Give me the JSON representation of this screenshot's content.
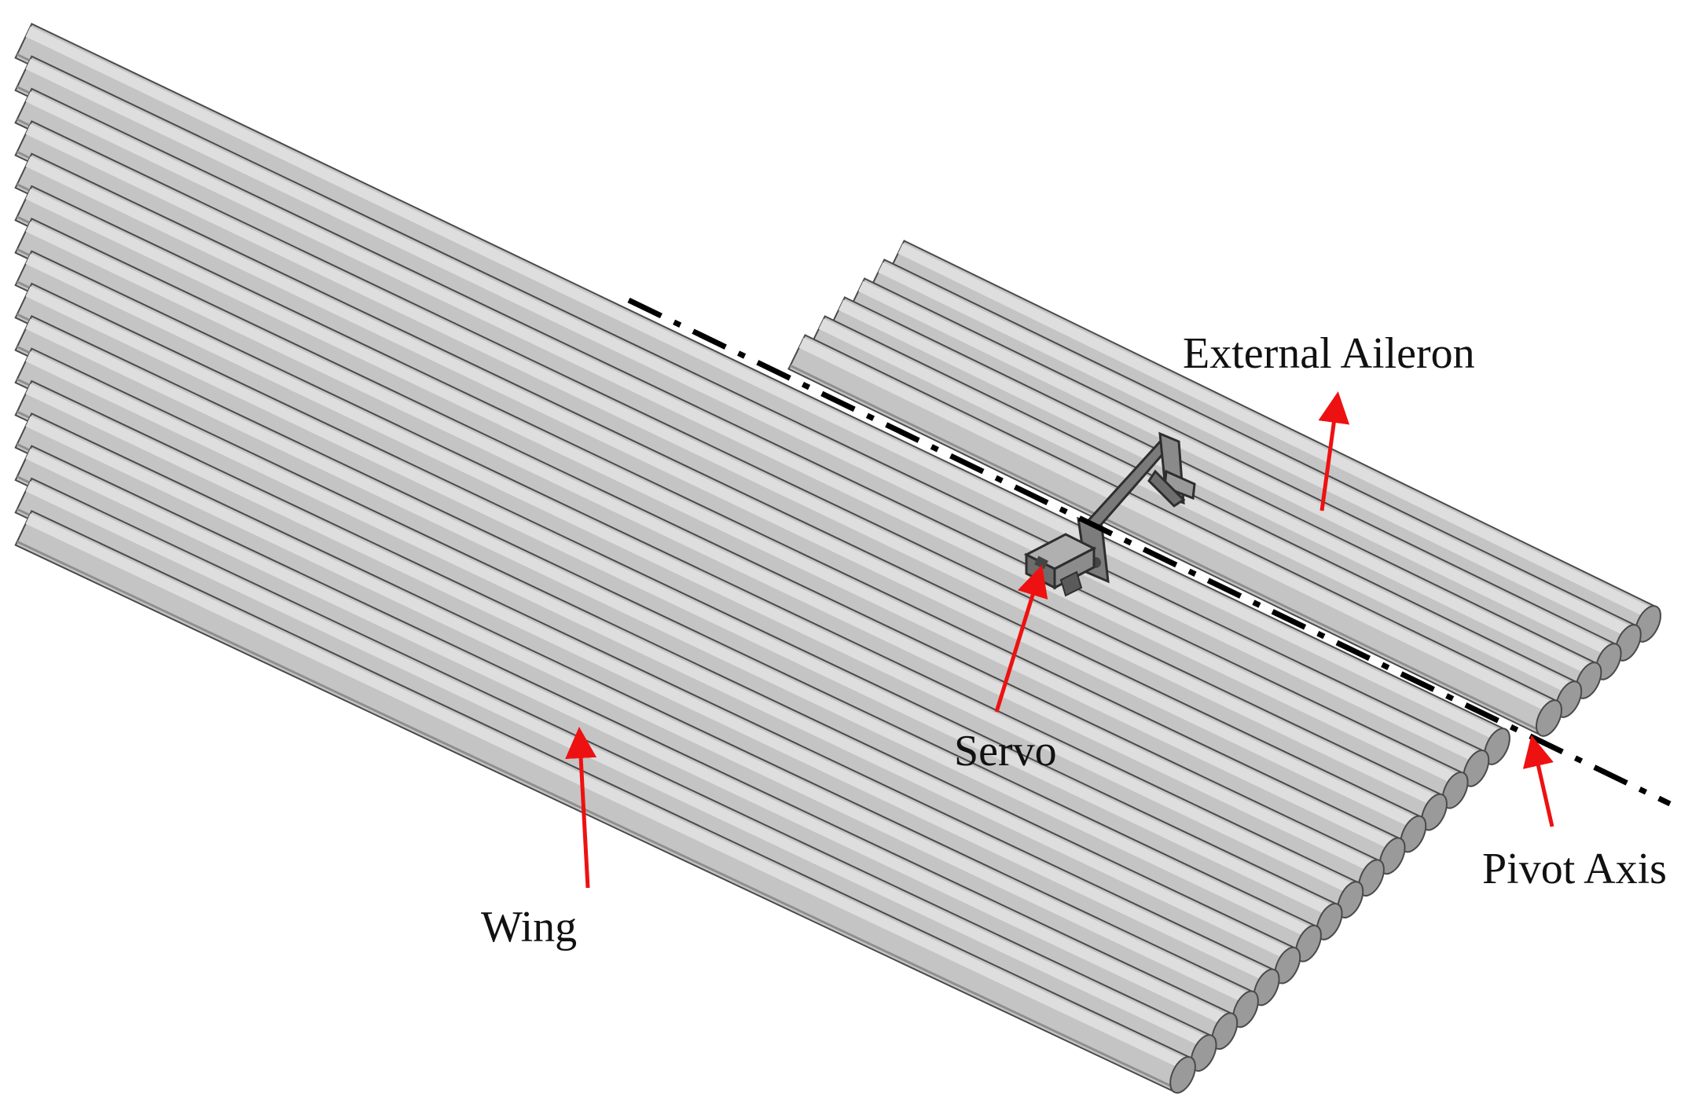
{
  "labels": {
    "external_aileron": "External Aileron",
    "servo": "Servo",
    "pivot_axis": "Pivot Axis",
    "wing": "Wing"
  },
  "colors": {
    "background": "#ffffff",
    "tube_body": "#c4c4c4",
    "tube_highlight": "#dedede",
    "tube_shadow": "#8f8f8f",
    "tube_end_cap": "#9a9a9a",
    "outline": "#4a4a4a",
    "arrow": "#ee1111",
    "pivot_axis_line": "#000000",
    "servo_bracket": "#6a6a6a"
  },
  "components": [
    "wing-tube-bundle",
    "aileron-tube-bundle",
    "servo-bracket",
    "pivot-axis-line"
  ]
}
